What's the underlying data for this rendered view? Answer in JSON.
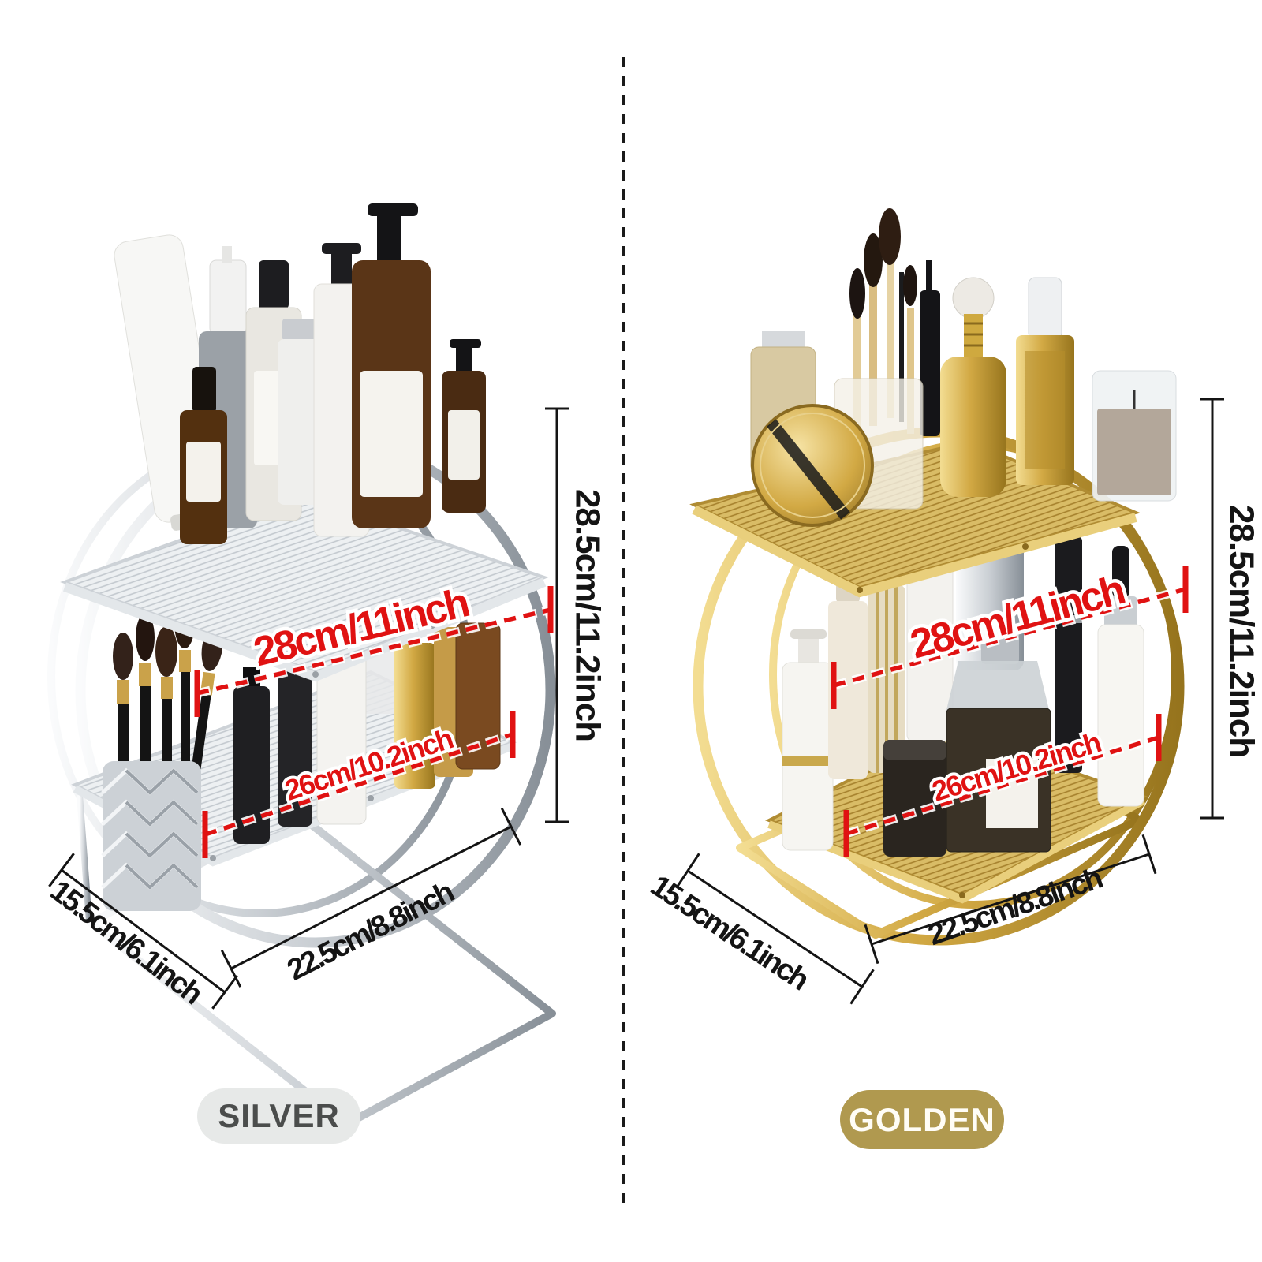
{
  "title": "two-tier cosmetic organizer size comparison",
  "background": "#ffffff",
  "divider": {
    "type": "dashed-vertical",
    "color": "#1a1a1a"
  },
  "annotation_colors": {
    "highlight_red": "#e01212",
    "line_black": "#141414"
  },
  "variants": [
    {
      "id": "silver",
      "badge": {
        "label": "SILVER",
        "bg": "#e7e9e8",
        "text_color": "#4b4d4c"
      },
      "frame_finish": "chrome",
      "dimensions": {
        "top_width": "28cm/11inch",
        "shelf_width": "26cm/10.2inch",
        "height": "28.5cm/11.2inch",
        "depth": "15.5cm/6.1inch",
        "base_width": "22.5cm/8.8inch"
      }
    },
    {
      "id": "golden",
      "badge": {
        "label": "GOLDEN",
        "bg": "#b0994f",
        "text_color": "#fffdf6"
      },
      "frame_finish": "gold",
      "dimensions": {
        "top_width": "28cm/11inch",
        "shelf_width": "26cm/10.2inch",
        "height": "28.5cm/11.2inch",
        "depth": "15.5cm/6.1inch",
        "base_width": "22.5cm/8.8inch"
      }
    }
  ]
}
